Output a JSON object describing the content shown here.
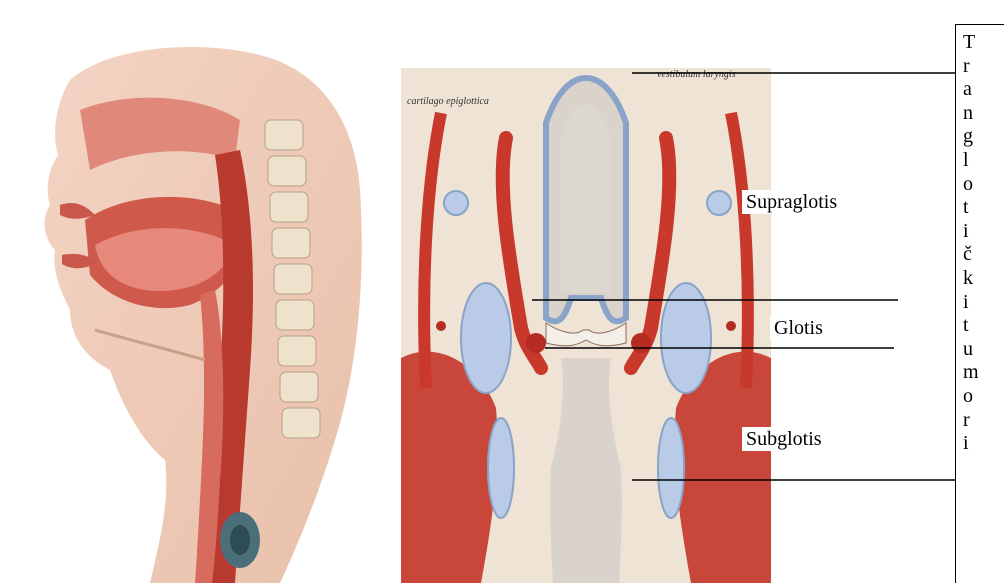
{
  "labels": {
    "supraglotis": "Supraglotis",
    "glotis": "Glotis",
    "subglotis": "Subglotis"
  },
  "atlas_labels": {
    "vestibulum": "vestibulum laryngis",
    "cartilago": "cartilago epiglottica"
  },
  "side_box": {
    "text": "Tranglotičkitumori",
    "letters": [
      "T",
      "r",
      "a",
      "n",
      "g",
      "l",
      "o",
      "t",
      "i",
      "č",
      "k",
      "i",
      "t",
      "u",
      "m",
      "o",
      "r",
      "i"
    ]
  },
  "colors": {
    "line": "#000000",
    "muscle": "#c8392b",
    "tissue": "#f3e6d8",
    "cartilage": "#b9cbe6"
  }
}
